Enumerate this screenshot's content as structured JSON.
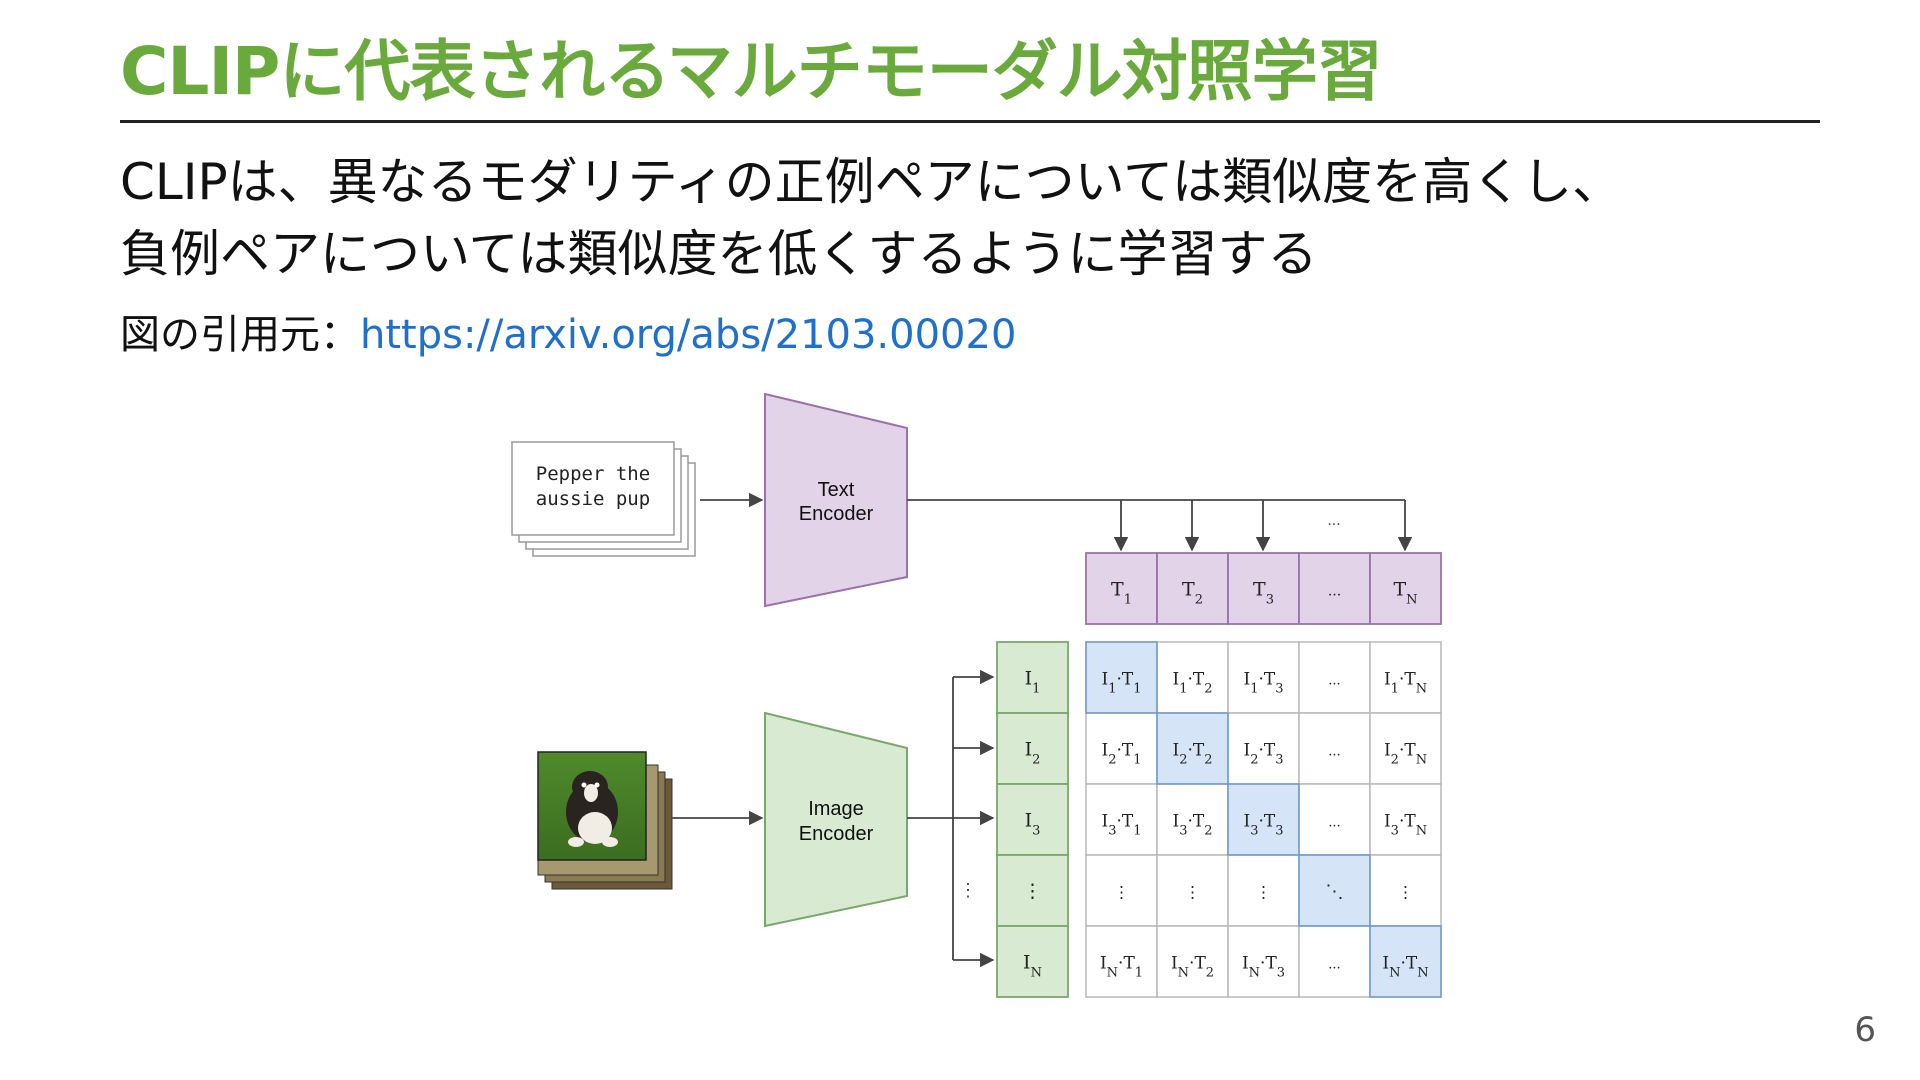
{
  "slide": {
    "title": "CLIPに代表されるマルチモーダル対照学習",
    "body_line1": "CLIPは、異なるモダリティの正例ペアについては類似度を高くし、",
    "body_line2": "負例ペアについては類似度を低くするように学習する",
    "citation_label": "図の引用元：",
    "citation_url": "https://arxiv.org/abs/2103.00020",
    "page_number": "6"
  },
  "diagram": {
    "text_input_line1": "Pepper the",
    "text_input_line2": "aussie pup",
    "text_encoder_line1": "Text",
    "text_encoder_line2": "Encoder",
    "image_encoder_line1": "Image",
    "image_encoder_line2": "Encoder",
    "ellipsis": "...",
    "vdots": "⋮",
    "ddots": "⋱",
    "text_features": [
      {
        "base": "T",
        "sub": "1"
      },
      {
        "base": "T",
        "sub": "2"
      },
      {
        "base": "T",
        "sub": "3"
      },
      {
        "base": "...",
        "sub": ""
      },
      {
        "base": "T",
        "sub": "N"
      }
    ],
    "image_features": [
      {
        "base": "I",
        "sub": "1"
      },
      {
        "base": "I",
        "sub": "2"
      },
      {
        "base": "I",
        "sub": "3"
      },
      {
        "base": "⋮",
        "sub": ""
      },
      {
        "base": "I",
        "sub": "N"
      }
    ],
    "colors": {
      "text_encoder_fill": "#e3d3e9",
      "text_encoder_stroke": "#9a72ab",
      "image_encoder_fill": "#d9ead3",
      "image_encoder_stroke": "#7aa86b",
      "diagonal_fill": "#d5e4f6",
      "diagonal_stroke": "#6d9bd1",
      "grid_stroke": "#b8b8b8"
    }
  }
}
